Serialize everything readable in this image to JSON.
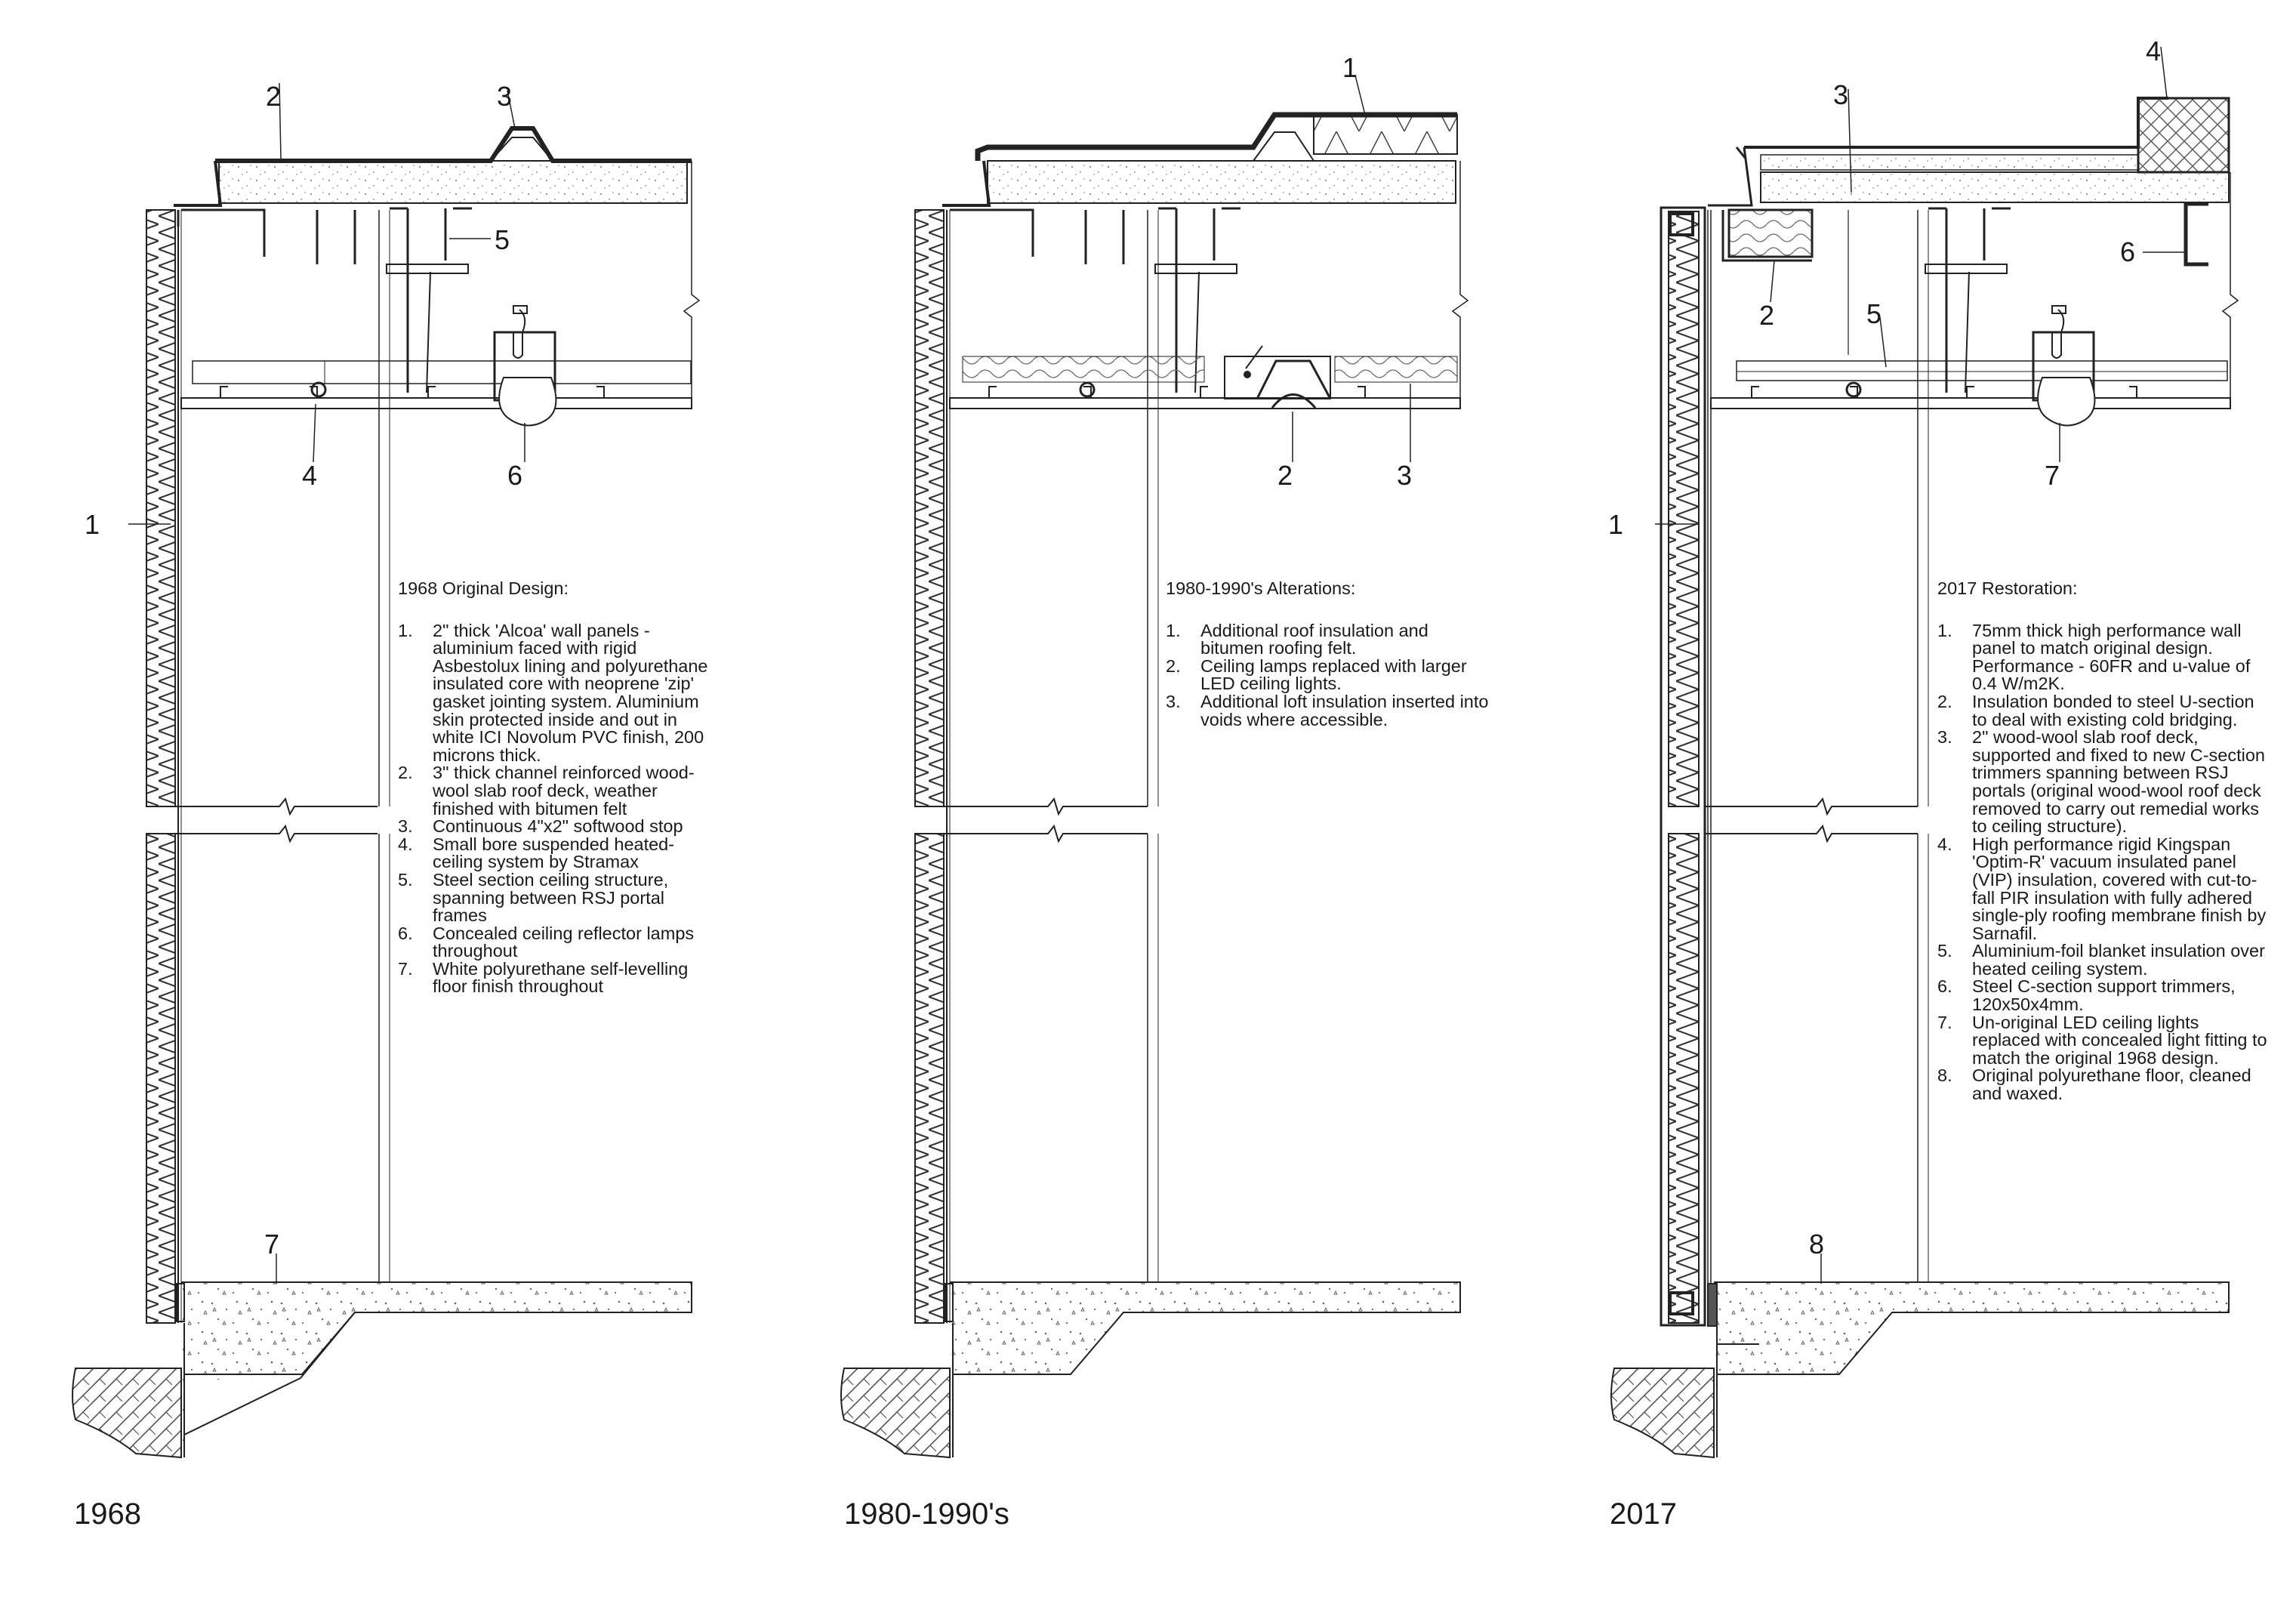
{
  "panels": [
    {
      "caption": "1968",
      "notes_title": "1968 Original Design:",
      "notes": [
        {
          "n": "1.",
          "text": "2\" thick 'Alcoa' wall panels - aluminium faced with rigid Asbestolux lining and polyurethane insulated core with neoprene 'zip' gasket jointing system. Aluminium skin protected inside and out in white ICI Novolum PVC finish, 200 microns thick."
        },
        {
          "n": "2.",
          "text": "3\" thick channel reinforced wood-wool slab roof deck, weather finished with bitumen felt"
        },
        {
          "n": "3.",
          "text": "Continuous 4\"x2\" softwood stop"
        },
        {
          "n": "4.",
          "text": "Small bore suspended heated-ceiling system by Stramax"
        },
        {
          "n": "5.",
          "text": "Steel section ceiling structure, spanning between RSJ portal frames"
        },
        {
          "n": "6.",
          "text": "Concealed ceiling reflector lamps throughout"
        },
        {
          "n": "7.",
          "text": "White polyurethane self-levelling floor finish throughout"
        }
      ],
      "labels": [
        "1",
        "2",
        "3",
        "4",
        "5",
        "6",
        "7"
      ]
    },
    {
      "caption": "1980-1990's",
      "notes_title": "1980-1990's Alterations:",
      "notes": [
        {
          "n": "1.",
          "text": "Additional roof insulation and bitumen roofing felt."
        },
        {
          "n": "2.",
          "text": "Ceiling lamps replaced with larger LED ceiling lights."
        },
        {
          "n": "3.",
          "text": "Additional loft insulation inserted into voids where accessible."
        }
      ],
      "labels": [
        "1",
        "2",
        "3"
      ]
    },
    {
      "caption": "2017",
      "notes_title": "2017 Restoration:",
      "notes": [
        {
          "n": "1.",
          "text": "75mm thick high performance wall panel to match original design. Performance - 60FR and u-value of 0.4 W/m2K."
        },
        {
          "n": "2.",
          "text": "Insulation bonded to steel U-section to deal with existing cold bridging."
        },
        {
          "n": "3.",
          "text": "2\" wood-wool slab roof deck, supported and fixed to new C-section trimmers spanning between RSJ portals (original wood-wool roof deck removed to carry out remedial works to ceiling structure)."
        },
        {
          "n": "4.",
          "text": "High performance rigid Kingspan 'Optim-R' vacuum insulated panel (VIP) insulation, covered with cut-to-fall PIR insulation with fully adhered single-ply roofing membrane finish by Sarnafil."
        },
        {
          "n": "5.",
          "text": "Aluminium-foil blanket insulation over heated ceiling system."
        },
        {
          "n": "6.",
          "text": "Steel C-section support trimmers, 120x50x4mm."
        },
        {
          "n": "7.",
          "text": "Un-original LED ceiling lights replaced with concealed light fitting to match the original 1968 design."
        },
        {
          "n": "8.",
          "text": "Original polyurethane floor, cleaned and waxed."
        }
      ],
      "labels": [
        "1",
        "2",
        "3",
        "4",
        "5",
        "6",
        "7",
        "8"
      ]
    }
  ]
}
